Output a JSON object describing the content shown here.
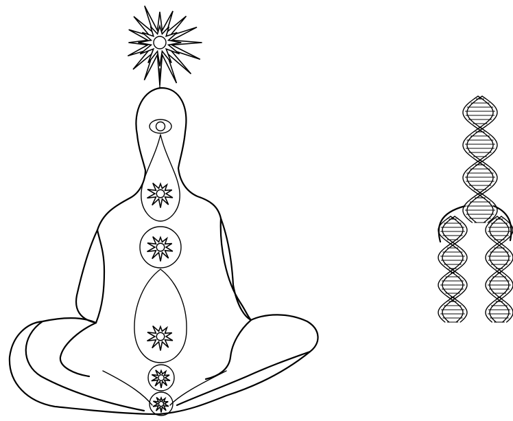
{
  "figure": {
    "left_panel": {
      "subject": "meditating-figure",
      "crown_symbol": "radiant-star-icon",
      "third_eye_symbol": "eye-icon",
      "energy_centers": [
        {
          "symbol": "starburst-icon",
          "container": "teardrop"
        },
        {
          "symbol": "starburst-icon",
          "container": "circle"
        },
        {
          "symbol": "starburst-icon",
          "container": "egg"
        },
        {
          "symbol": "starburst-icon",
          "container": "small-circle"
        },
        {
          "symbol": "starburst-icon",
          "container": "small-circle"
        }
      ]
    },
    "right_panel": {
      "subject": "dna-double-helix",
      "strands": 2,
      "ink_color": "#000000"
    },
    "background_color": "#ffffff",
    "line_color": "#000000"
  }
}
